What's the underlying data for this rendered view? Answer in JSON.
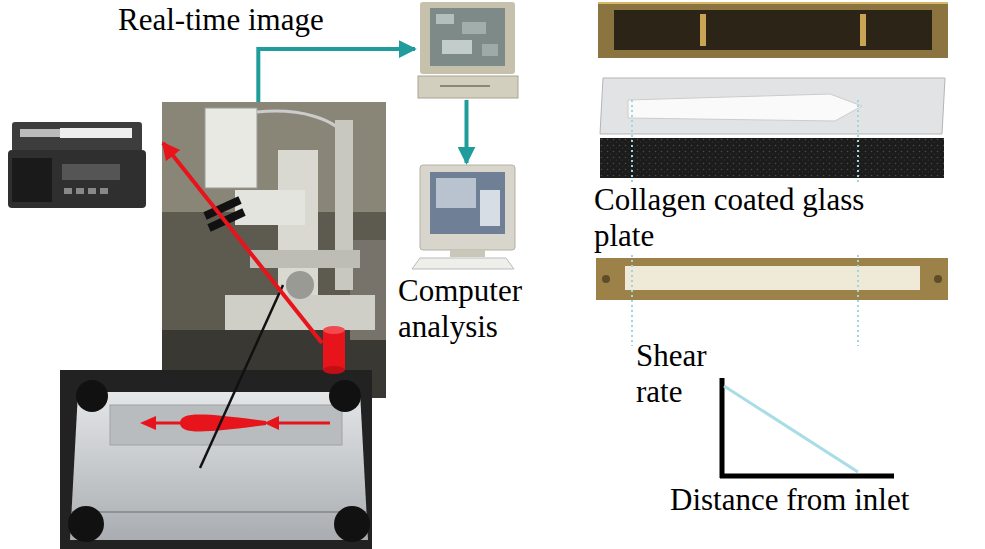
{
  "diagram": {
    "nodes": [
      {
        "text": []
      },
      {
        "text": []
      },
      {
        "text": [
          "Computer analysis"
        ]
      }
    ],
    "edges": [
      {
        "from": 0,
        "to": 1,
        "arrow": "to",
        "label": "Real-time image"
      },
      {
        "from": 1,
        "to": 2,
        "arrow": "to"
      }
    ],
    "labels": [
      "Collagen coated glass plate",
      "Shear rate",
      "Distance from inlet"
    ]
  }
}
